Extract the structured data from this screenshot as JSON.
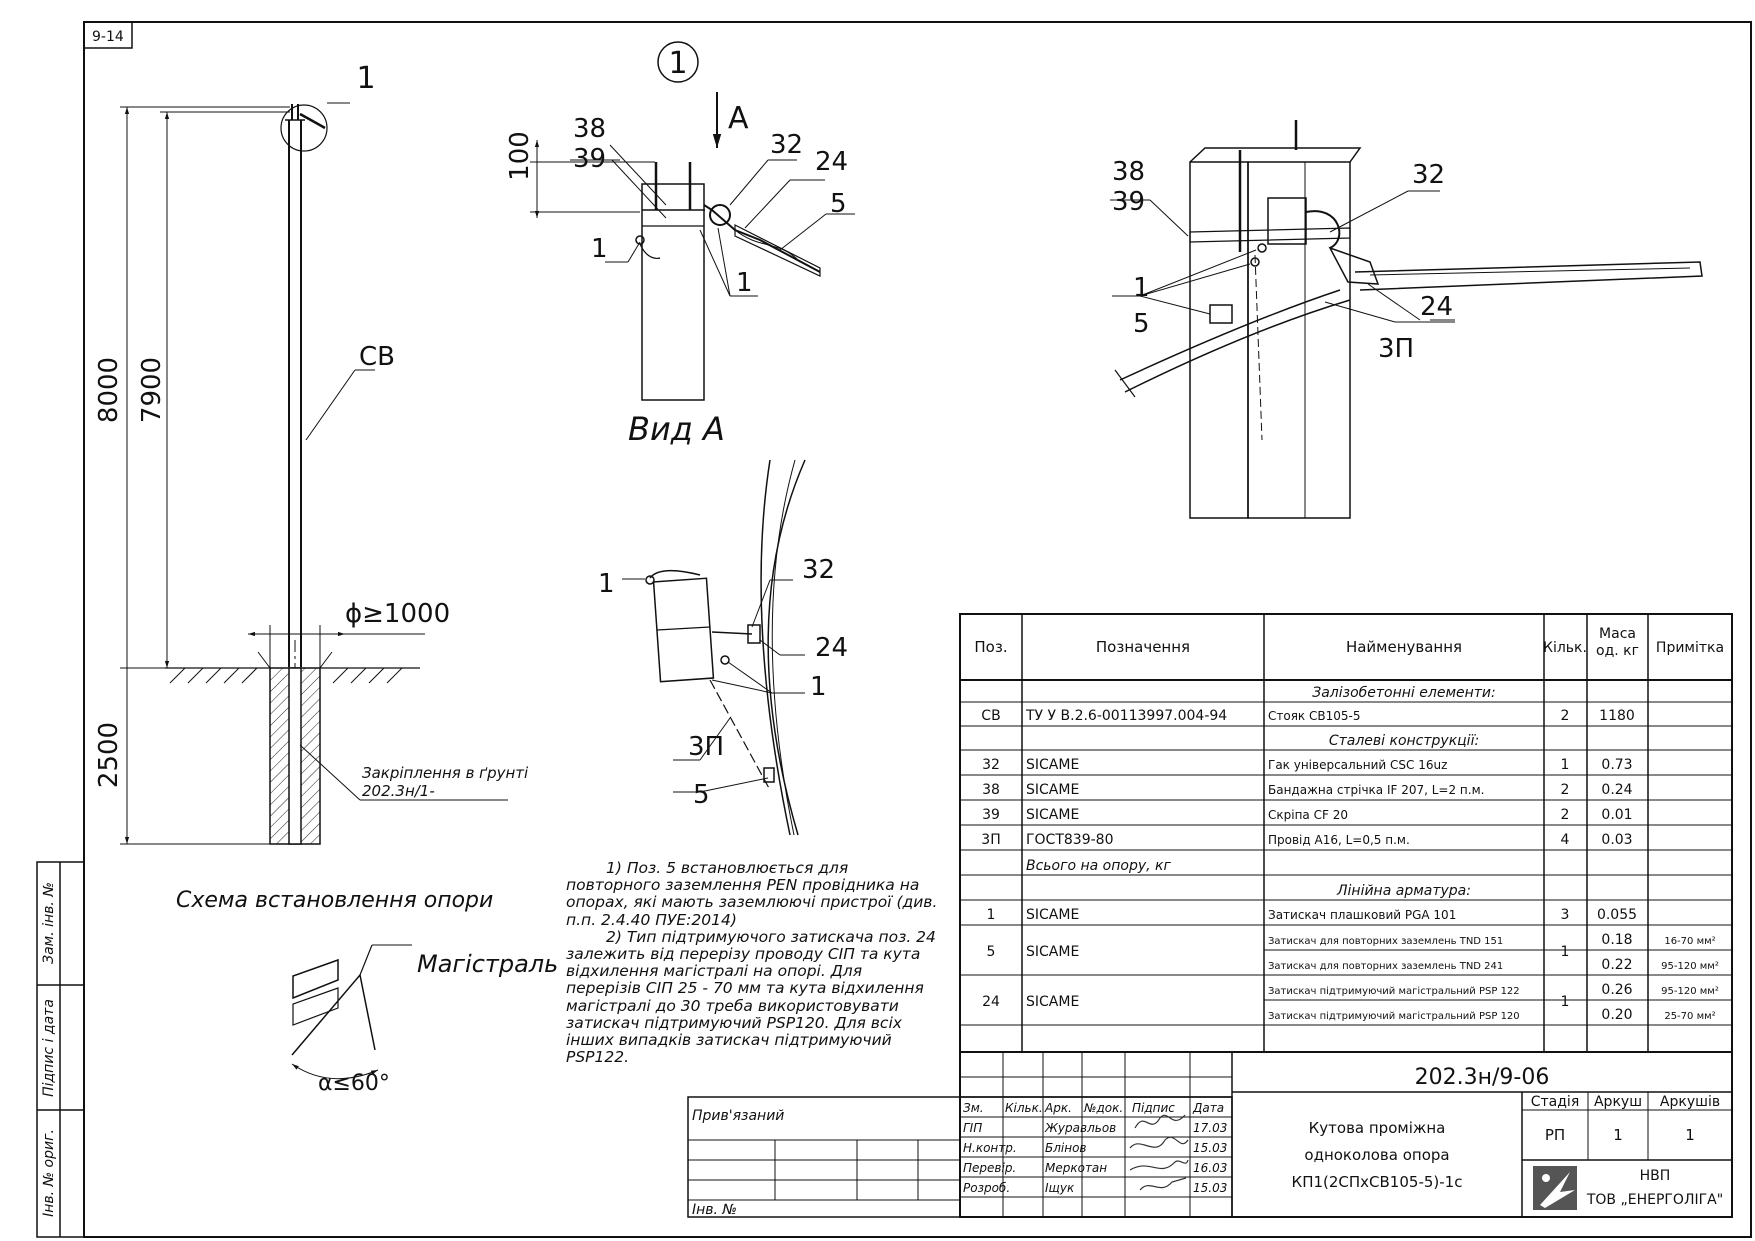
{
  "sheet": {
    "corner_code": "9-14",
    "doc_code": "202.3н/9-06",
    "title_lines": [
      "Кутова проміжна",
      "одноколова опора",
      "КП1(2СПхСВ105-5)-1с"
    ],
    "stage_label": "Стадія",
    "sheet_label": "Аркуш",
    "sheets_label": "Аркушів",
    "stage": "РП",
    "sheet": "1",
    "sheets": "1",
    "org_line1": "НВП",
    "org_line2": "ТОВ „ЕНЕРГОЛІГА\"",
    "linked_label": "Прив'язаний",
    "inv_label": "Інв. №",
    "side_labels": [
      "Зам. інв. №",
      "Підпис і дата",
      "Інв. № ориг."
    ],
    "sig_headers": [
      "Зм.",
      "Кільк.",
      "Арк.",
      "№док.",
      "Підпис",
      "Дата"
    ],
    "signatures": [
      {
        "role": "ГІП",
        "name": "Журавльов",
        "date": "17.03"
      },
      {
        "role": "Н.контр.",
        "name": "Блінов",
        "date": "15.03"
      },
      {
        "role": "Перевір.",
        "name": "Меркотан",
        "date": "16.03"
      },
      {
        "role": "Розроб.",
        "name": "Іщук",
        "date": "15.03"
      }
    ]
  },
  "drawing": {
    "callout_main": "1",
    "pole_label": "СВ",
    "dim_total": "8000",
    "dim_above": "7900",
    "dim_below": "2500",
    "dim_diameter": "ϕ≥1000",
    "ground_fix_label": "Закріплення в ґрунті",
    "ground_fix_ref": "202.3н/1-",
    "schema_caption": "Схема встановлення опори",
    "main_line_label": "Магістраль",
    "angle_label": "α≤60°",
    "detail_number": "1",
    "view_arrow": "А",
    "view_caption": "Вид А",
    "dim_100": "100",
    "pos_38": "38",
    "pos_39": "39",
    "pos_32": "32",
    "pos_24": "24",
    "pos_5": "5",
    "pos_1": "1",
    "pos_3p": "3П"
  },
  "notes": [
    "1) Поз. 5 встановлюється для повторного заземлення PEN провідника на опорах, які мають заземлюючі пристрої (див. п.п. 2.4.40 ПУЕ:2014)",
    "2) Тип підтримуючого затискача поз. 24 залежить від перерізу проводу СІП та кута відхилення магістралі на опорі. Для перерізів СІП 25 - 70 мм та кута відхилення магістралі до 30 треба використовувати затискач підтримуючий PSP120. Для всіх інших випадків затискач підтримуючий PSP122."
  ],
  "spec": {
    "headers": [
      "Поз.",
      "Позначення",
      "Найменування",
      "Кільк.",
      "Маса од. кг",
      "Примітка"
    ],
    "section_concrete": "Залізобетонні елементи:",
    "section_steel": "Сталеві конструкції:",
    "section_fittings": "Лінійна арматура:",
    "total_label": "Всього на опору, кг",
    "rows": [
      {
        "pos": "СВ",
        "designation": "ТУ У В.2.6-00113997.004-94",
        "name": "Стояк СВ105-5",
        "qty": "2",
        "mass": "1180",
        "note": ""
      },
      {
        "pos": "32",
        "designation": "SICAME",
        "name": "Гак універсальний CSC 16uz",
        "qty": "1",
        "mass": "0.73",
        "note": ""
      },
      {
        "pos": "38",
        "designation": "SICAME",
        "name": "Бандажна стрічка IF 207, L=2 п.м.",
        "qty": "2",
        "mass": "0.24",
        "note": ""
      },
      {
        "pos": "39",
        "designation": "SICAME",
        "name": "Скріпа CF 20",
        "qty": "2",
        "mass": "0.01",
        "note": ""
      },
      {
        "pos": "3П",
        "designation": "ГОСТ839-80",
        "name": "Провід А16, L=0,5 п.м.",
        "qty": "4",
        "mass": "0.03",
        "note": ""
      },
      {
        "pos": "1",
        "designation": "SICAME",
        "name": "Затискач плашковий PGA 101",
        "qty": "3",
        "mass": "0.055",
        "note": ""
      },
      {
        "pos": "5",
        "designation": "SICAME",
        "name": "Затискач для повторних заземлень TND 151",
        "qty": "1",
        "mass": "0.18",
        "note": "16-70 мм²"
      },
      {
        "pos": "",
        "designation": "",
        "name": "Затискач для повторних заземлень TND 241",
        "qty": "",
        "mass": "0.22",
        "note": "95-120 мм²"
      },
      {
        "pos": "24",
        "designation": "SICAME",
        "name": "Затискач підтримуючий магістральний PSP 122",
        "qty": "1",
        "mass": "0.26",
        "note": "95-120 мм²"
      },
      {
        "pos": "",
        "designation": "",
        "name": "Затискач підтримуючий магістральний PSP 120",
        "qty": "",
        "mass": "0.20",
        "note": "25-70 мм²"
      }
    ]
  }
}
